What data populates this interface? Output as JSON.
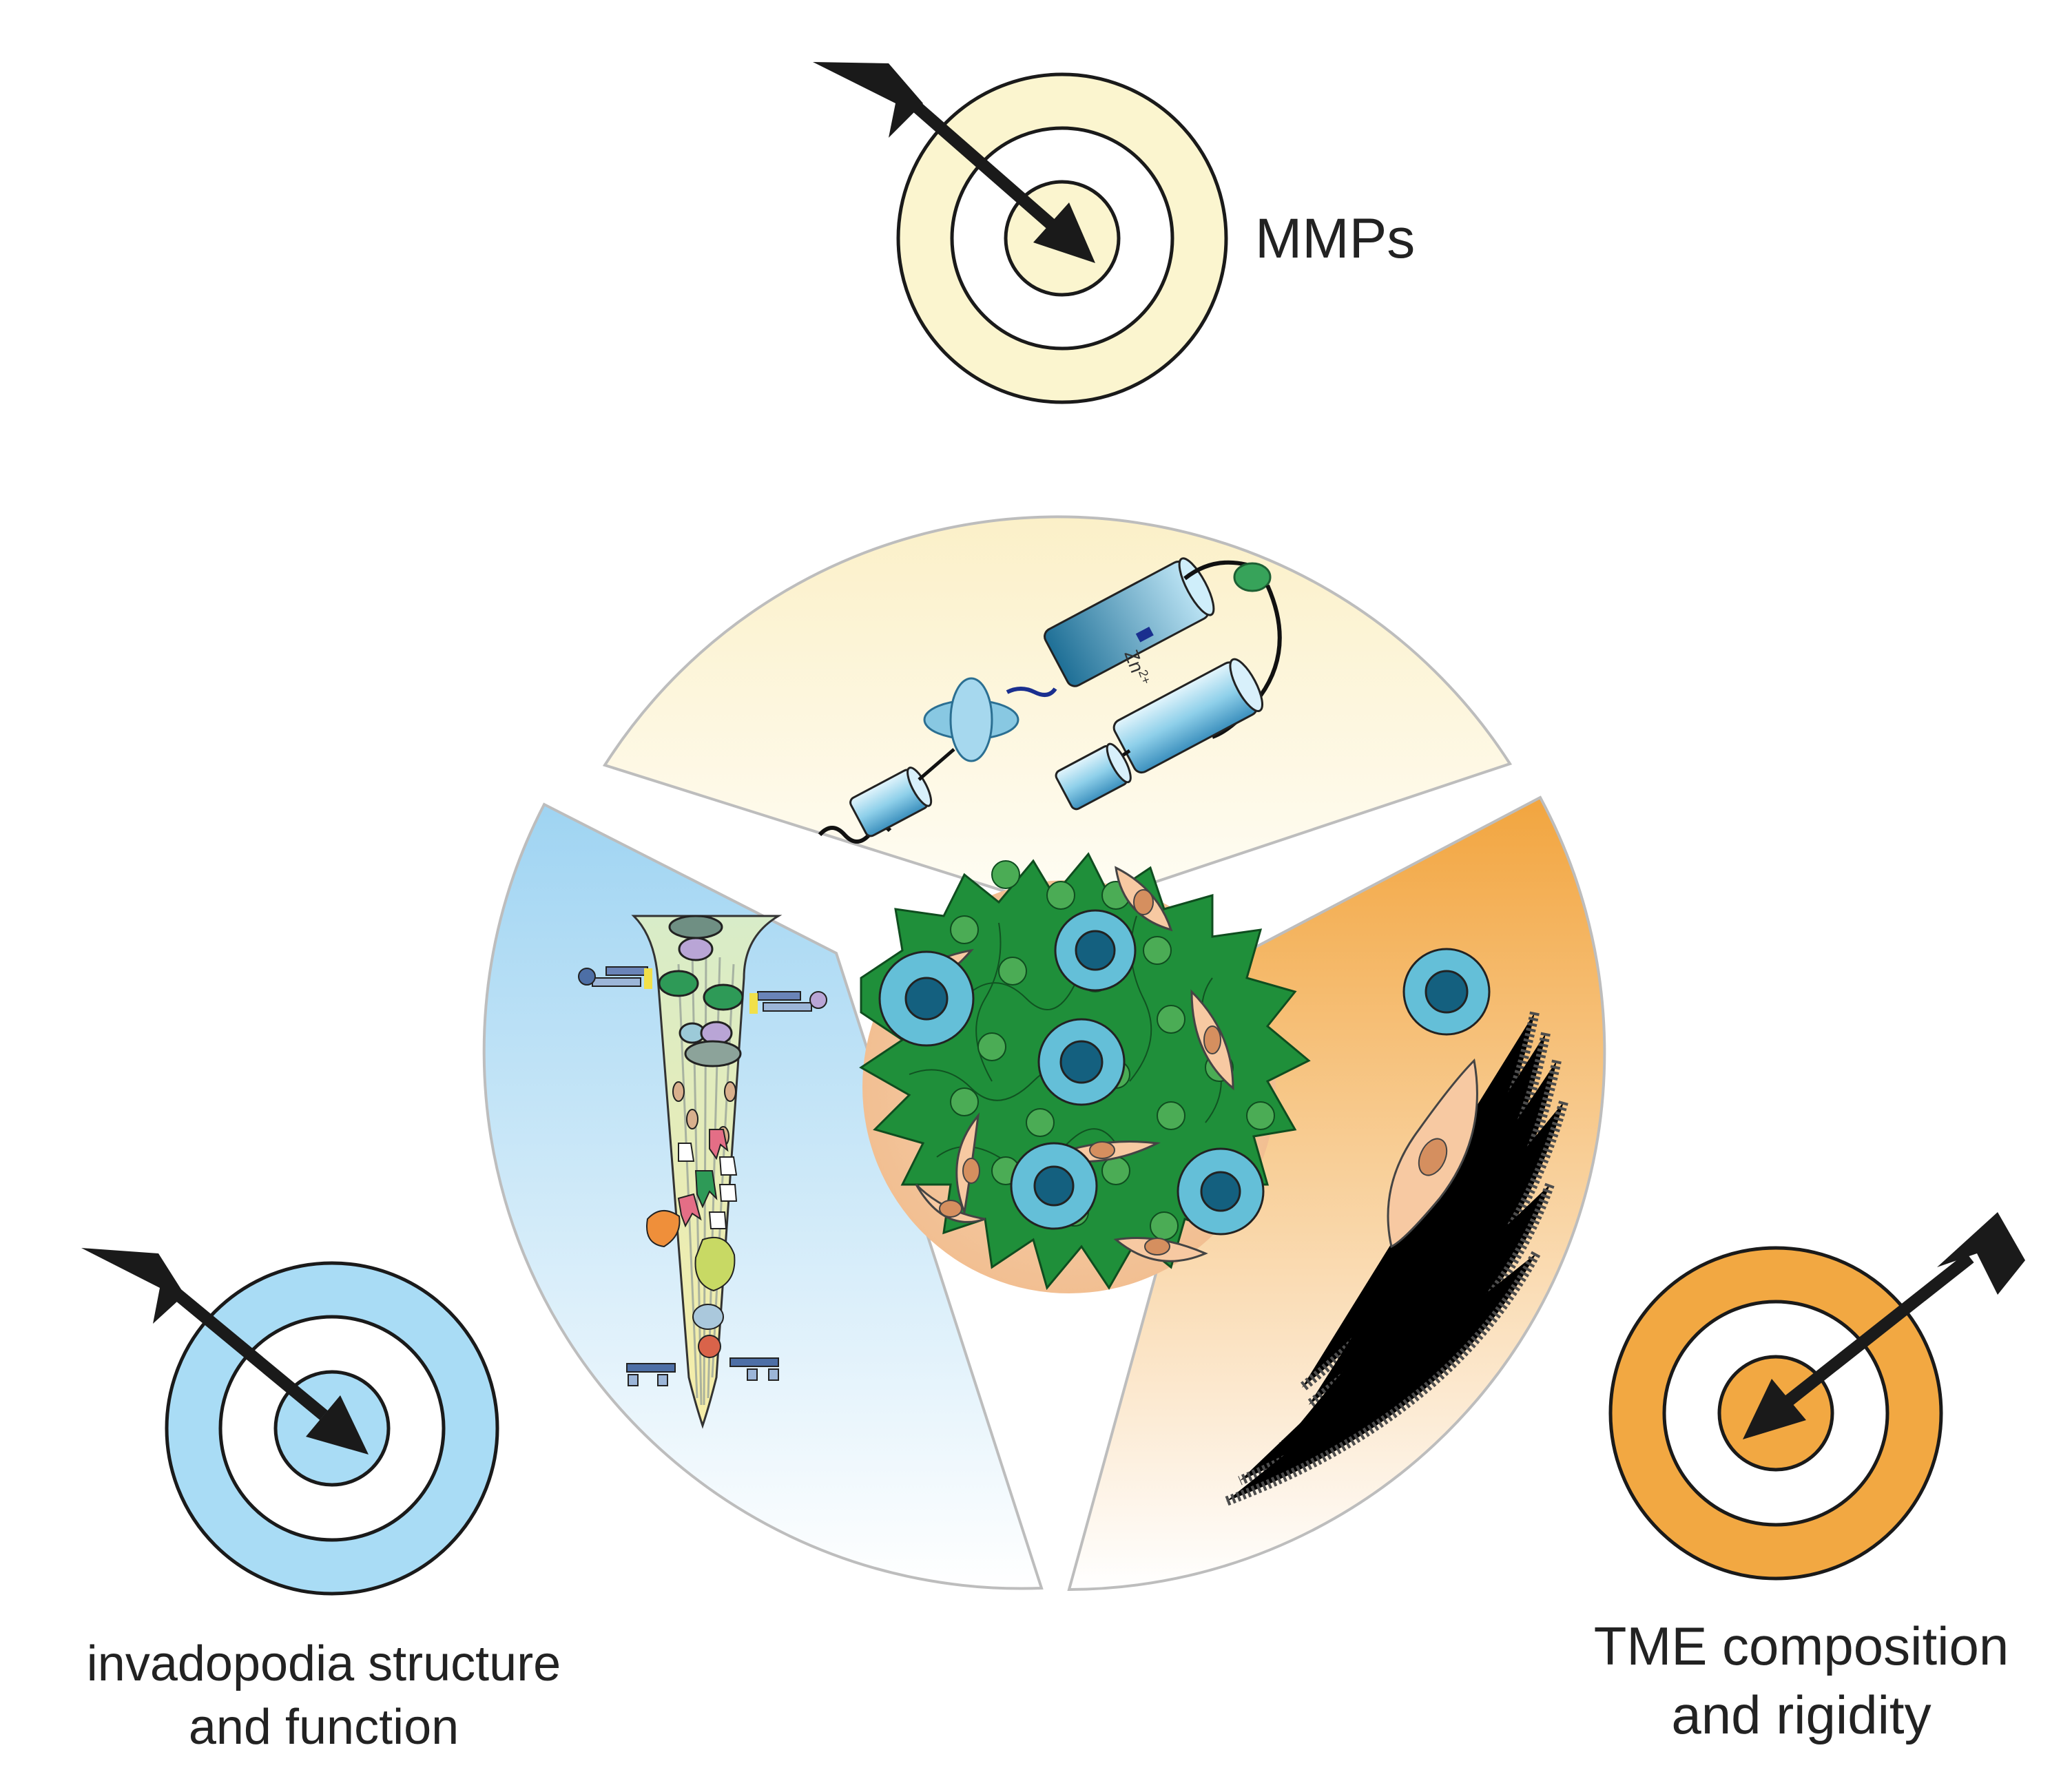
{
  "labels": {
    "mmps": "MMPs",
    "invadopodia_line1": "invadopodia structure",
    "invadopodia_line2": "and function",
    "tme_line1": "TME composition",
    "tme_line2": "and rigidity"
  },
  "mmp_schematic": {
    "ion_label": "Zn",
    "ion_charge": "2+"
  },
  "colors": {
    "mmp_target": "#fbf5cf",
    "invadopodia_target": "#a9dcf5",
    "tme_target": "#f2a842",
    "sector_mmp": "#fcf3cf",
    "sector_invadopodia": "#a5d7f3",
    "sector_tme": "#f3ab4f",
    "tumor_green": "#1f8f3a",
    "cancer_cell": "#64bfd8",
    "fibroblast": "#f7c9a2"
  }
}
